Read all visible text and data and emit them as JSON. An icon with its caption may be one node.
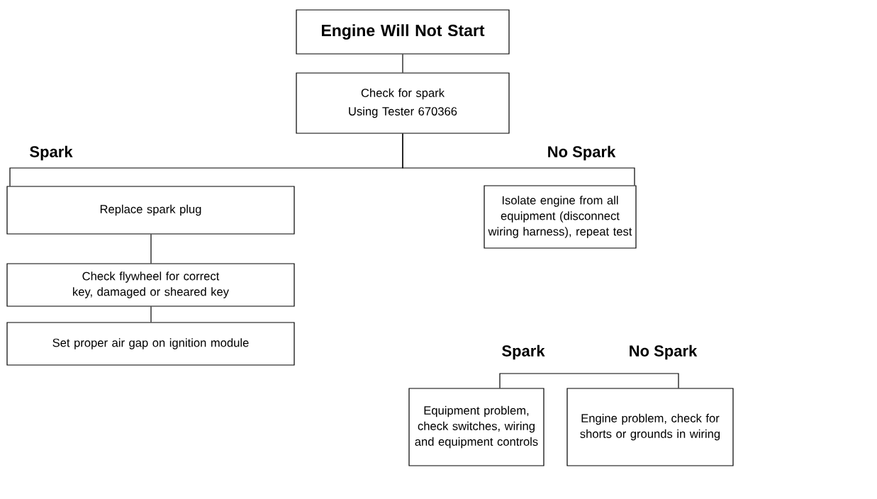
{
  "diagram": {
    "nodes": [
      {
        "text": [
          "Engine Will Not Start"
        ]
      },
      {
        "text": [
          "Check for spark",
          "Using Tester 670366"
        ]
      },
      {
        "text": [
          "Replace spark plug"
        ]
      },
      {
        "text": [
          "Isolate engine from all equipment (disconnect wiring harness), repeat test"
        ]
      },
      {
        "text": [
          "Check flywheel for correct key, damaged or sheared key"
        ]
      },
      {
        "text": [
          "Set proper air gap on ignition module"
        ]
      },
      {
        "text": [
          "Equipment problem, check switches, wiring and equipment controls"
        ]
      },
      {
        "text": [
          "Engine problem, check for shorts or grounds in wiring"
        ]
      }
    ],
    "edges": [
      {
        "from": 0,
        "to": 1,
        "arrow": "none"
      },
      {
        "from": 1,
        "to": 2,
        "arrow": "none",
        "label": "Spark"
      },
      {
        "from": 1,
        "to": 3,
        "arrow": "none",
        "label": "No Spark"
      },
      {
        "from": 2,
        "to": 4,
        "arrow": "none"
      },
      {
        "from": 4,
        "to": 5,
        "arrow": "none"
      },
      {
        "from": null,
        "to": 6,
        "arrow": "none",
        "label": "Spark"
      },
      {
        "from": null,
        "to": 7,
        "arrow": "none",
        "label": "No Spark"
      }
    ]
  }
}
